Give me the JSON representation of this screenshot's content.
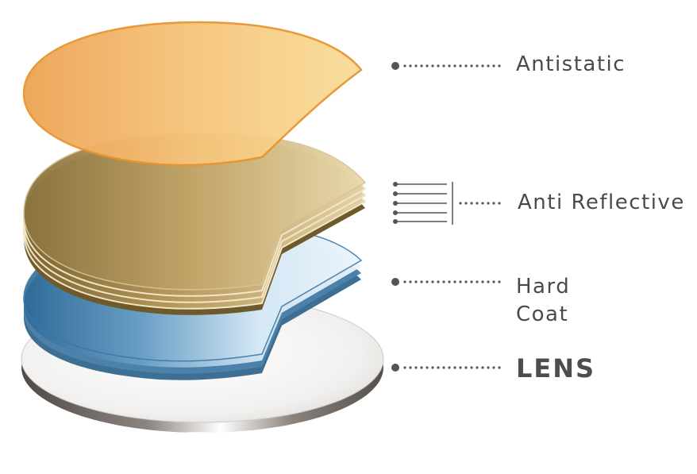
{
  "layers": {
    "antistatic": {
      "label": "Antistatic"
    },
    "anti_reflective": {
      "label": "Anti Reflective"
    },
    "hard_coat": {
      "line1": "Hard",
      "line2": "Coat"
    },
    "lens": {
      "label": "LENS"
    }
  },
  "colors": {
    "antistatic": "#f3b25c",
    "anti_reflective": "#a8894e",
    "hard_coat": "#5b93bd",
    "lens": "#e9e7e4",
    "label_text": "#4a4a4a",
    "connector": "#555555"
  },
  "icons": {
    "antistatic_connector": "dot-dotted-line",
    "anti_reflective_connector": "multi-line-bracket",
    "hard_coat_connector": "dot-dotted-line",
    "lens_connector": "dot-dotted-line"
  }
}
